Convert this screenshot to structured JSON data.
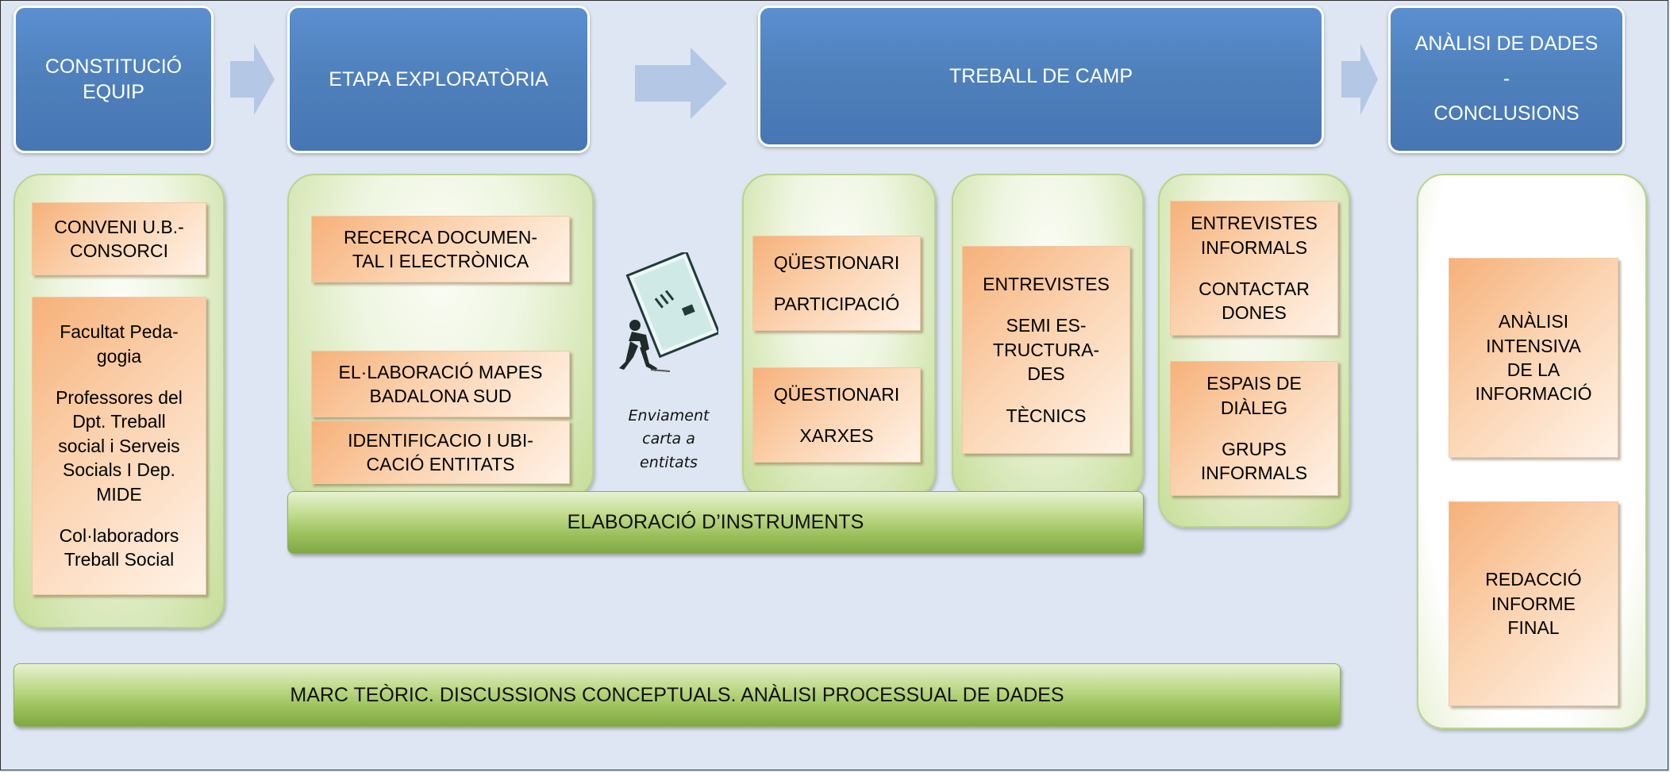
{
  "phases": [
    {
      "id": "constitucio",
      "lines": [
        "CONSTITUCIÓ",
        "EQUIP"
      ]
    },
    {
      "id": "exploratoria",
      "lines": [
        "ETAPA EXPLORATÒRIA"
      ]
    },
    {
      "id": "treball",
      "lines": [
        "TREBALL DE CAMP"
      ]
    },
    {
      "id": "analisi",
      "lines": [
        "ANÀLISI DE DADES",
        "-",
        "CONCLUSIONS"
      ]
    }
  ],
  "equip": {
    "conveni": [
      "CONVENI U.B.-",
      "CONSORCI"
    ],
    "membres": {
      "facultat": [
        "Facultat Peda-",
        "gogia"
      ],
      "professores": [
        "Professores del",
        "Dpt. Treball",
        "social i Serveis",
        "Socials I Dep.",
        "MIDE"
      ],
      "collaboradors": [
        "Col·laboradors",
        "Treball Social"
      ]
    }
  },
  "exploratoria": {
    "recerca": [
      "RECERCA DOCUMEN-",
      "TAL I ELECTRÒNICA"
    ],
    "mapes": [
      "EL·LABORACIÓ MAPES",
      "BADALONA SUD"
    ],
    "entitats": [
      "IDENTIFICACIO I UBI-",
      "CACIÓ ENTITATS"
    ]
  },
  "enviament": [
    "Enviament",
    "carta a",
    "entitats"
  ],
  "treball": {
    "questionari_participacio": [
      "QÜESTIONARI",
      "PARTICIPACIÓ"
    ],
    "questionari_xarxes": [
      "QÜESTIONARI",
      "XARXES"
    ],
    "entrevistes_semi": {
      "title": "ENTREVISTES",
      "sub": [
        "SEMI ES-",
        "TRUCTURA-",
        "DES"
      ],
      "extra": "TÈCNICS"
    },
    "informals": {
      "title": [
        "ENTREVISTES",
        "INFORMALS"
      ],
      "sub": [
        "CONTACTAR",
        "DONES"
      ]
    },
    "espais": {
      "title": [
        "ESPAIS DE",
        "DIÀLEG"
      ],
      "sub": [
        "GRUPS",
        "INFORMALS"
      ]
    }
  },
  "analisi": {
    "intensiva": [
      "ANÀLISI",
      "INTENSIVA",
      "DE LA",
      "INFORMACIÓ"
    ],
    "redaccio": [
      "REDACCIÓ",
      "INFORME",
      "FINAL"
    ]
  },
  "bars": {
    "instruments": "ELABORACIÓ D’INSTRUMENTS",
    "marc": "MARC TEÒRIC. DISCUSSIONS CONCEPTUALS. ANÀLISI PROCESSUAL DE DADES"
  },
  "colors": {
    "phase_blue": "#4f81bd",
    "orange_box": "#fbd3b0",
    "green_bar": "#9bc15c",
    "background": "#dde6f2"
  }
}
